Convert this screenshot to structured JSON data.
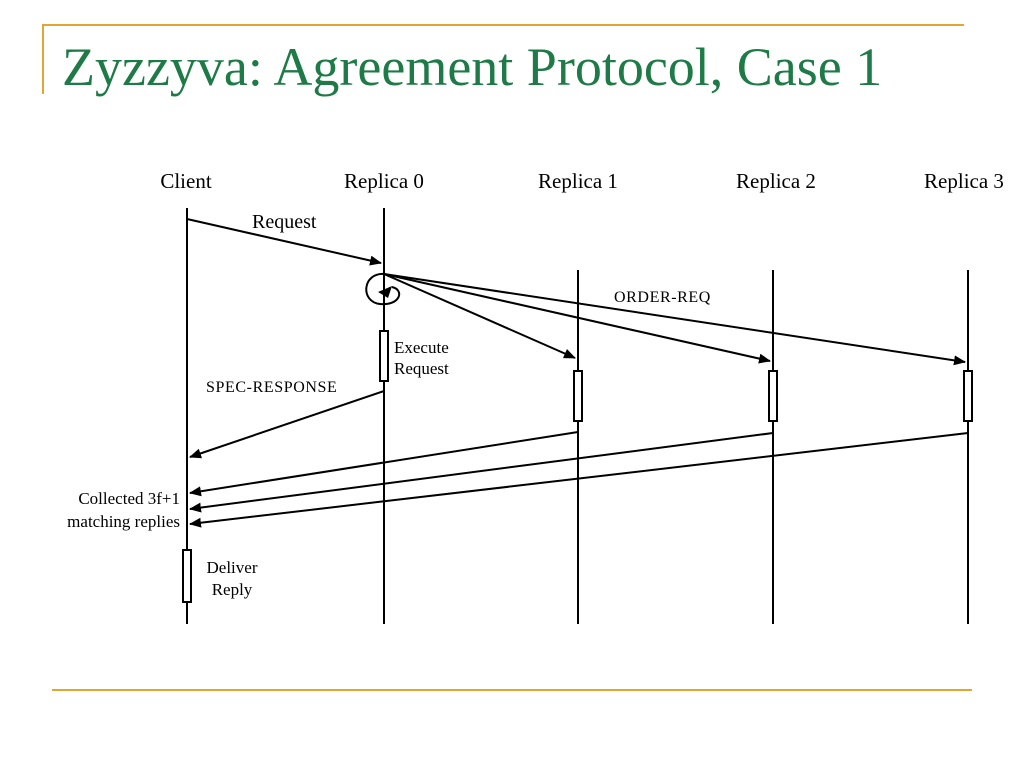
{
  "slide": {
    "title": "Zyzzyva: Agreement Protocol, Case 1",
    "accent_colors": {
      "title": "#1e7a46",
      "rule": "#e3a632"
    }
  },
  "diagram": {
    "lanes": [
      "Client",
      "Replica 0",
      "Replica 1",
      "Replica 2",
      "Replica 3"
    ],
    "messages": {
      "request": "Request",
      "order_req": "ORDER-REQ",
      "spec_response": "SPEC-RESPONSE"
    },
    "activity_labels": {
      "execute_line1": "Execute",
      "execute_line2": "Request",
      "deliver_line1": "Deliver",
      "deliver_line2": "Reply"
    },
    "client_note": {
      "line1": "Collected 3f+1",
      "line2": "matching replies"
    }
  }
}
